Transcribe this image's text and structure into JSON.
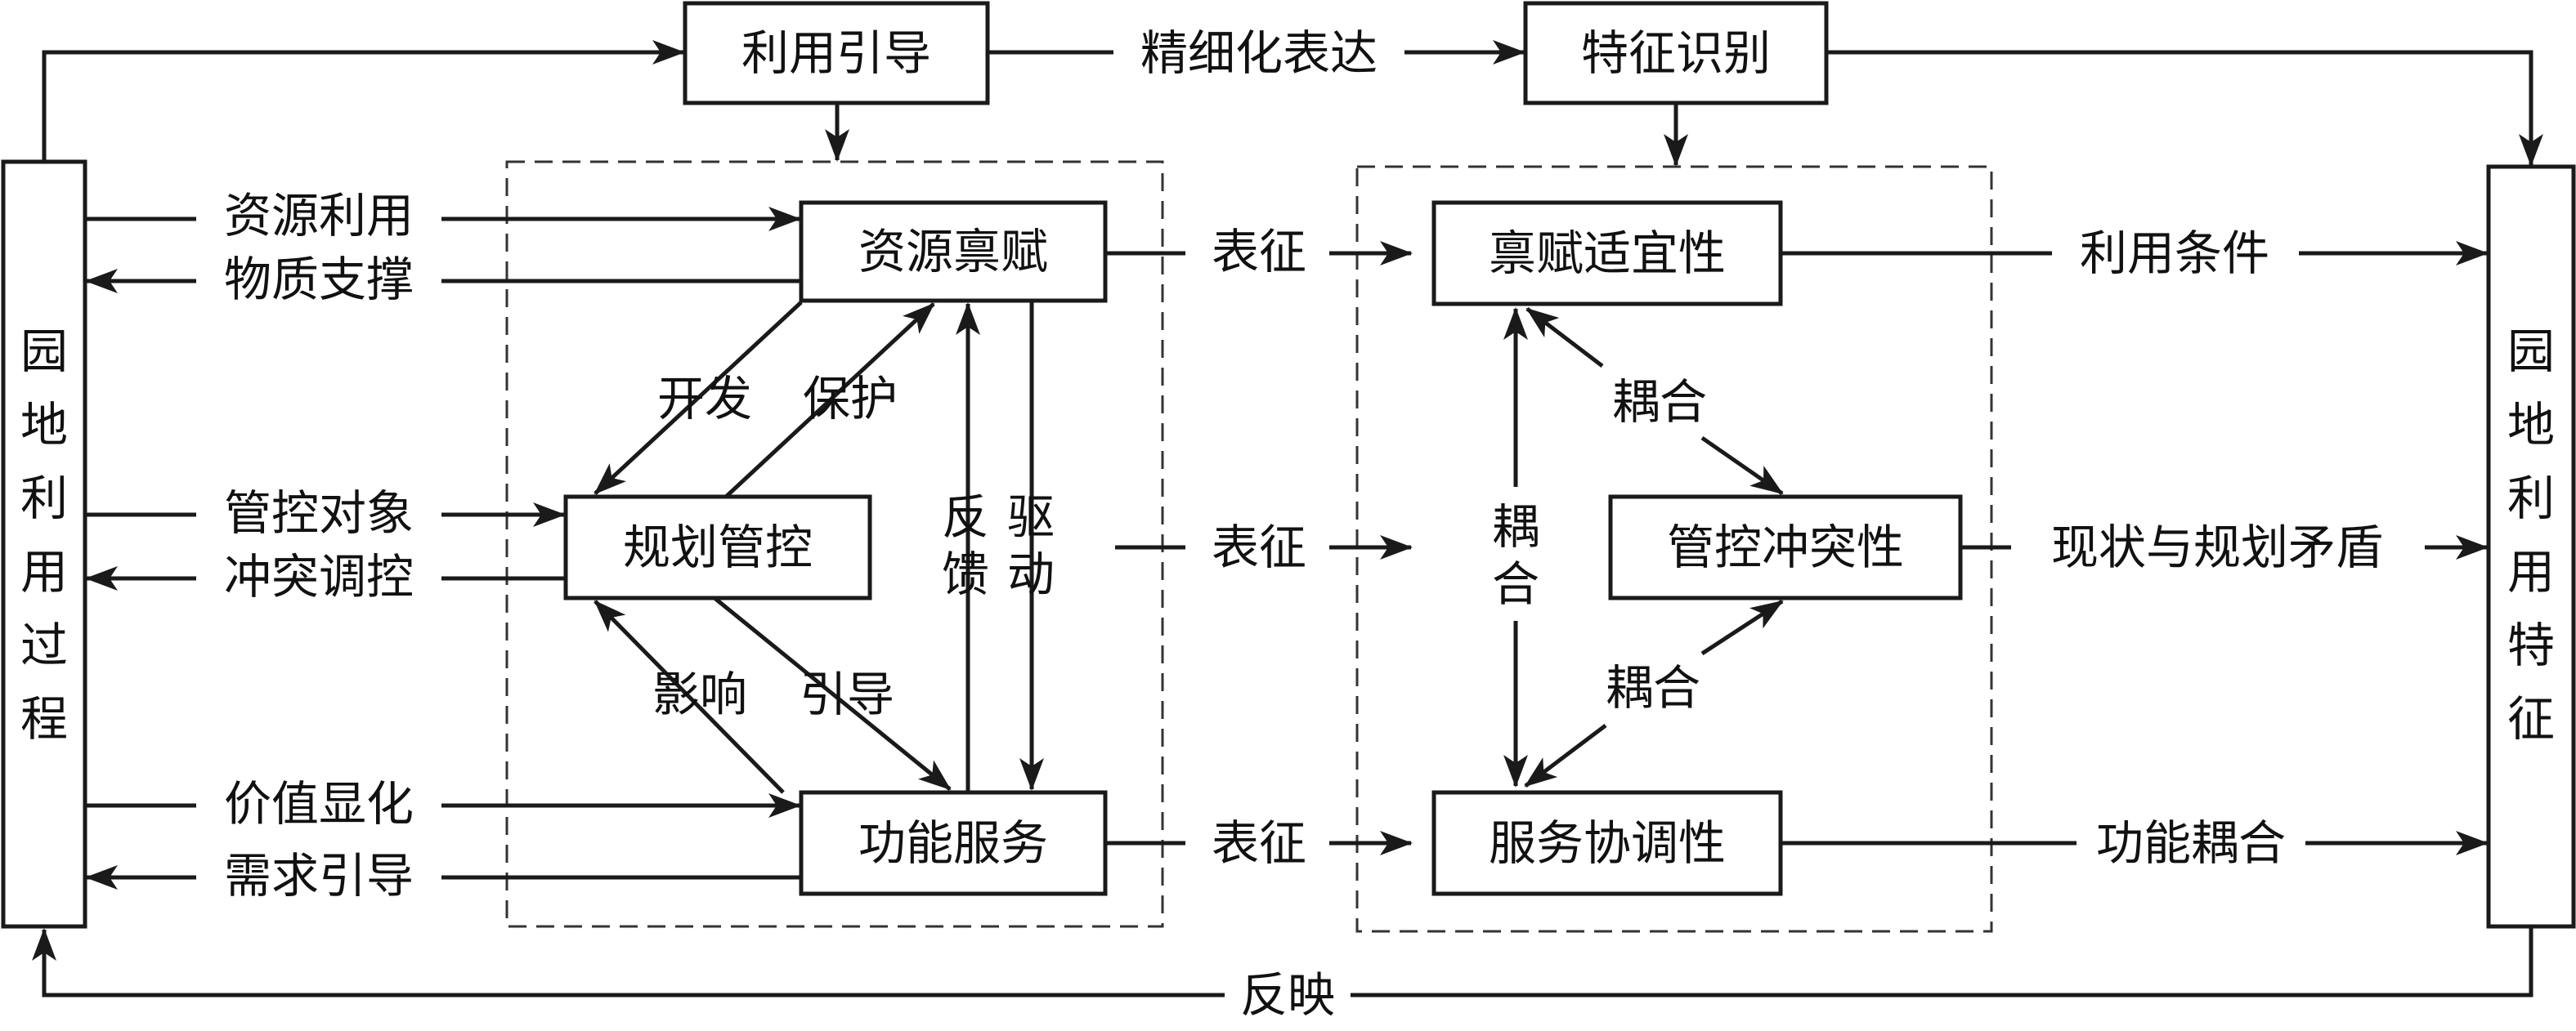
{
  "left_column": "园地利用过程",
  "right_column": "园地利用特征",
  "top": {
    "guide": "利用引导",
    "express": "精细化表达",
    "identify": "特征识别"
  },
  "left_flows": {
    "resource_use": "资源利用",
    "material_support": "物质支撑",
    "control_object": "管控对象",
    "conflict_control": "冲突调控",
    "value_display": "价值显化",
    "demand_guide": "需求引导"
  },
  "middle_group": {
    "endowment": "资源禀赋",
    "planning": "规划管控",
    "service": "功能服务",
    "develop": "开发",
    "protect": "保护",
    "feedback": "反馈",
    "drive": "驱动",
    "influence": "影响",
    "lead": "引导"
  },
  "characterize": "表征",
  "right_group": {
    "suitability": "禀赋适宜性",
    "conflict": "管控冲突性",
    "coordination": "服务协调性",
    "coupling": "耦合"
  },
  "right_flows": {
    "use_condition": "利用条件",
    "status_vs_plan": "现状与规划矛盾",
    "function_coupling": "功能耦合"
  },
  "bottom": "反映"
}
